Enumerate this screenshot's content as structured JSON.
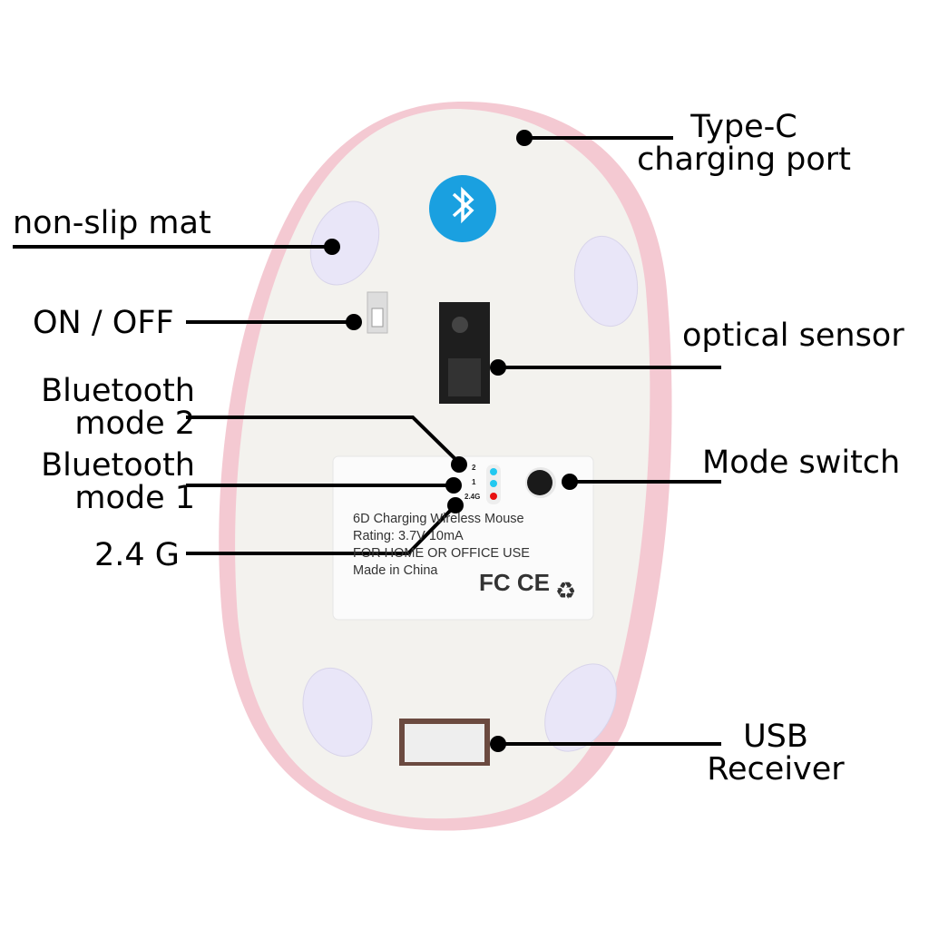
{
  "labels": {
    "type_c": [
      "Type-C",
      "charging port"
    ],
    "non_slip_mat": "non-slip mat",
    "on_off": "ON / OFF",
    "bt_mode_2": [
      "Bluetooth",
      "mode 2"
    ],
    "bt_mode_1": [
      "Bluetooth",
      "mode 1"
    ],
    "g24": "2.4 G",
    "optical_sensor": "optical sensor",
    "mode_switch": "Mode switch",
    "usb_receiver": [
      "USB",
      "Receiver"
    ]
  },
  "sticker": {
    "lines": [
      "6D Charging Wireless Mouse",
      "Rating: 3.7V 10mA",
      "FOR HOME OR OFFICE USE",
      "Made in China"
    ],
    "led_labels": [
      "2",
      "1",
      "2.4G"
    ],
    "marks": "FC CE"
  },
  "colors": {
    "bluetooth_badge": "#1aa0e0",
    "led_blue": "#22c8f0",
    "led_red": "#e81010",
    "shell_pink": "#f4c9d2"
  },
  "icons": {
    "badge": "bluetooth-icon",
    "recycle": "recycle-icon"
  }
}
